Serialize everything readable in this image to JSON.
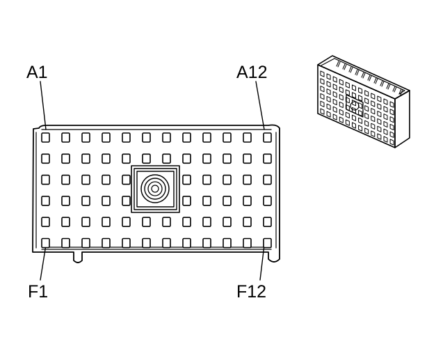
{
  "diagram": {
    "labels": {
      "top_left": "A1",
      "top_right": "A12",
      "bottom_left": "F1",
      "bottom_right": "F12"
    },
    "connector_face": {
      "rows": 6,
      "columns": 12,
      "center_cavity_block": {
        "rows": 2,
        "columns": 2
      }
    },
    "colors": {
      "line": "#000000",
      "background": "#ffffff"
    }
  }
}
